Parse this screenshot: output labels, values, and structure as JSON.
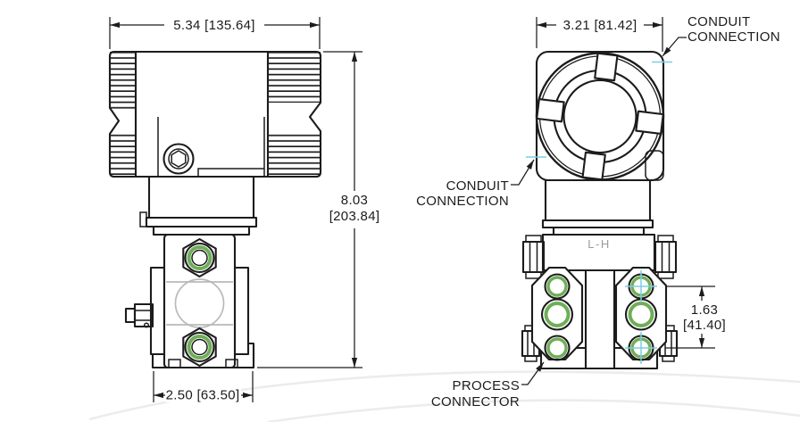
{
  "colors": {
    "line": "#1c1c1c",
    "gasket_green": "#6fae58",
    "centerline_cyan": "#7bcfe2",
    "ghost_gray": "#bababa",
    "marking_gray": "#9c9c9c",
    "watermark": "#edecec"
  },
  "side": {
    "dim_width": "5.34 [135.64]",
    "dim_height_in": "8.03",
    "dim_height_mm": "[203.84]",
    "dim_base": "2.50 [63.50]"
  },
  "front": {
    "dim_width": "3.21 [81.42]",
    "dim_spacing_in": "1.63",
    "dim_spacing_mm": "[41.40]",
    "module_marking": "L-H"
  },
  "callouts": {
    "conduit_top": {
      "line1": "CONDUIT",
      "line2": "CONNECTION"
    },
    "conduit_left": {
      "line1": "CONDUIT",
      "line2": "CONNECTION"
    },
    "process": {
      "line1": "PROCESS",
      "line2": "CONNECTOR"
    }
  }
}
